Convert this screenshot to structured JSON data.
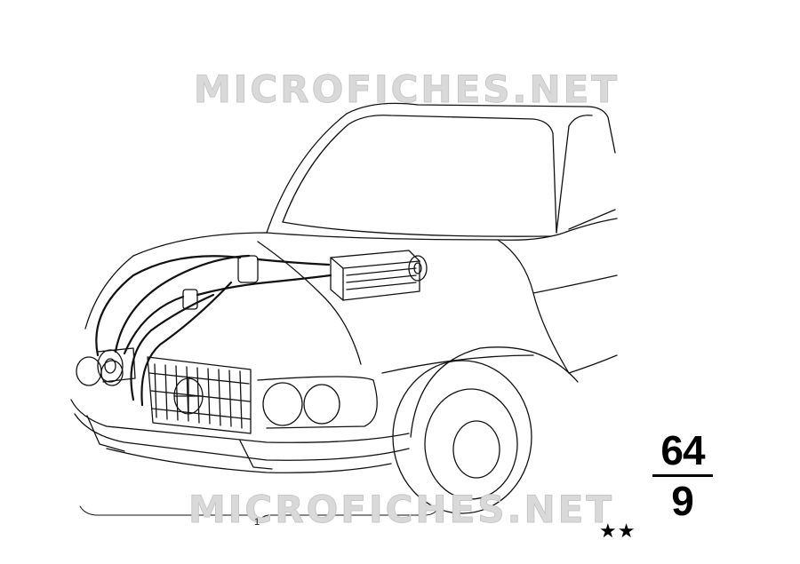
{
  "watermark": {
    "top_text": "MICROFICHES.NET",
    "bottom_text": "MICROFICHES.NET"
  },
  "callout": {
    "label": "1"
  },
  "page_number": {
    "group": "64",
    "sub": "9"
  },
  "stars": "★★"
}
